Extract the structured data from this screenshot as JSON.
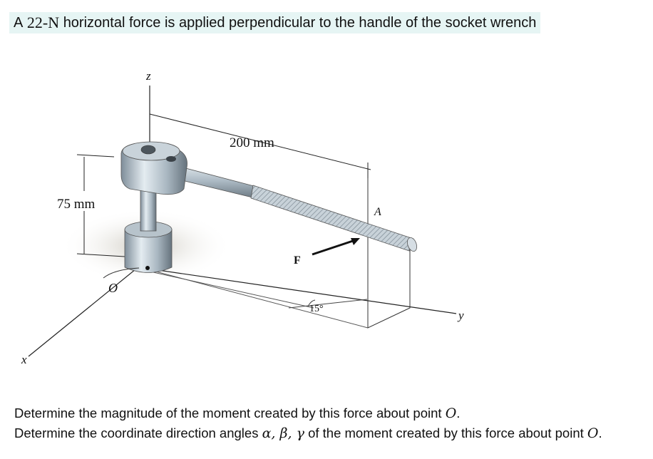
{
  "header": {
    "prefix": "A",
    "force_value": "22-N",
    "rest": "horizontal force is applied perpendicular to the handle of the socket wrench"
  },
  "figure": {
    "labels": {
      "z": "z",
      "x": "x",
      "y": "y",
      "o": "O",
      "a": "A",
      "f": "F",
      "dim_200": "200 mm",
      "dim_75": "75 mm",
      "angle": "15°"
    }
  },
  "questions": {
    "q1_text": "Determine the magnitude of the moment created by this force about point",
    "q1_point": "O",
    "q1_end": ".",
    "q2_text": "Determine the coordinate direction angles",
    "q2_angles": "α, β, γ",
    "q2_mid": "of the moment created by this force about point",
    "q2_point": "O",
    "q2_end": "."
  }
}
